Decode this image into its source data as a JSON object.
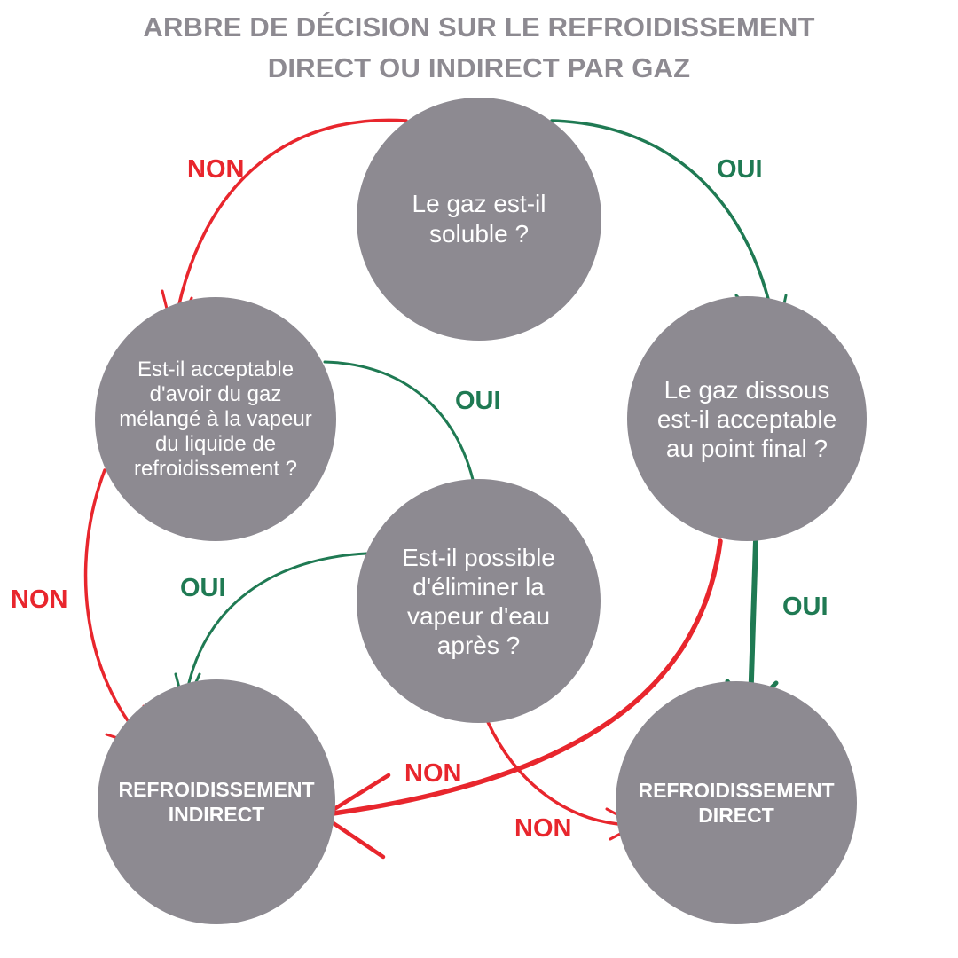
{
  "title": {
    "line1": "ARBRE DE DÉCISION SUR LE REFROIDISSEMENT",
    "line2": "DIRECT OU INDIRECT PAR GAZ"
  },
  "colors": {
    "node_fill": "#8d8a91",
    "title": "#8d8a91",
    "yes": "#1f7a53",
    "no": "#e8262d",
    "node_text": "#ffffff"
  },
  "nodes": {
    "q_soluble": "Le gaz est-il soluble ?",
    "q_mixed_vapor": "Est-il acceptable d'avoir du gaz mélangé à la vapeur du liquide de refroidissement ?",
    "q_dissolved_ok": "Le gaz dissous est-il acceptable au point final ?",
    "q_remove_vapor": "Est-il possible d'éliminer la vapeur d'eau après ?",
    "r_indirect": "REFROIDISSEMENT INDIRECT",
    "r_direct": "REFROIDISSEMENT DIRECT"
  },
  "labels": {
    "soluble_no": "NON",
    "soluble_yes": "OUI",
    "mixed_yes": "OUI",
    "mixed_no": "NON",
    "remove_yes": "OUI",
    "dissolved_yes": "OUI",
    "dissolved_no": "NON",
    "remove_no": "NON"
  },
  "icons": {
    "arrowhead": "chevron-arrowhead-icon"
  }
}
